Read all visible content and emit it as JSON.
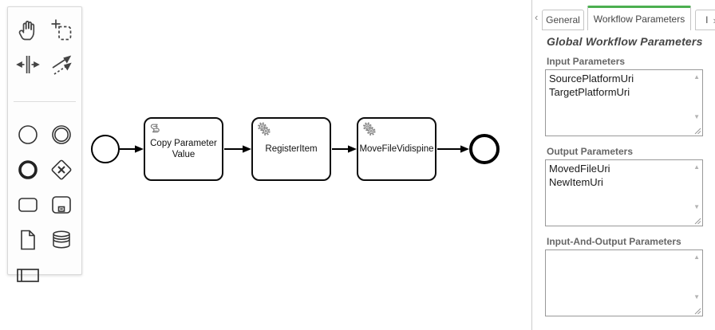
{
  "palette": {
    "tools": [
      "hand-tool",
      "lasso-tool",
      "space-tool",
      "global-connect-tool",
      "create-start-event",
      "create-intermediate-event",
      "create-end-event",
      "create-gateway",
      "create-task",
      "create-subprocess",
      "create-data-object",
      "create-data-store",
      "create-participant"
    ]
  },
  "diagram": {
    "start_event": "start-event",
    "end_event": "end-event",
    "tasks": [
      {
        "label": "Copy Parameter Value",
        "type": "script-task"
      },
      {
        "label": "RegisterItem",
        "type": "service-task"
      },
      {
        "label": "MoveFileVidispine",
        "type": "service-task"
      }
    ]
  },
  "panel": {
    "tabs": {
      "scroll_left": "‹",
      "scroll_right": "›",
      "items": [
        {
          "label": "General",
          "active": false
        },
        {
          "label": "Workflow Parameters",
          "active": true
        },
        {
          "label": "I",
          "active": false
        }
      ]
    },
    "heading": "Global Workflow Parameters",
    "sections": [
      {
        "label": "Input Parameters",
        "lines": [
          "SourcePlatformUri",
          "TargetPlatformUri"
        ]
      },
      {
        "label": "Output Parameters",
        "lines": [
          "MovedFileUri",
          "NewItemUri"
        ]
      },
      {
        "label": "Input-And-Output Parameters",
        "lines": []
      }
    ],
    "colors": {
      "active_tab_green": "#4caf50"
    }
  }
}
